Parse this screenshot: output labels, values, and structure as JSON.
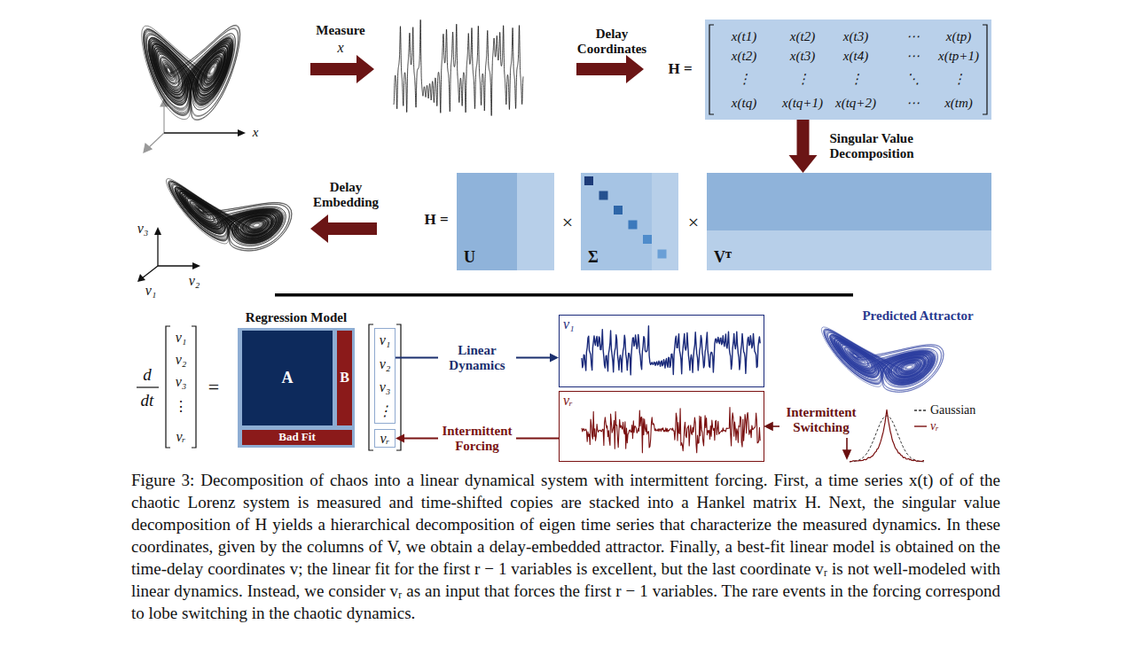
{
  "diagram": {
    "caption": "Figure 3: Decomposition of chaos into a linear dynamical system with intermittent forcing. First, a time series x(t) of of the chaotic Lorenz system is measured and time-shifted copies are stacked into a Hankel matrix H. Next, the singular value decomposition of H yields a hierarchical decomposition of eigen time series that characterize the measured dynamics. In these coordinates, given by the columns of V, we obtain a delay-embedded attractor. Finally, a best-fit linear model is obtained on the time-delay coordinates v; the linear fit for the first r − 1 variables is excellent, but the last coordinate vᵣ is not well-modeled with linear dynamics. Instead, we consider vᵣ as an input that forces the first r − 1 variables. The rare events in the forcing correspond to lobe switching in the chaotic dynamics.",
    "nodes": [
      {
        "text": [
          "x(t1)",
          "x(t2)",
          "x(t3)",
          "⋯",
          "x(tp)",
          "x(t2)",
          "x(t3)",
          "x(t4)",
          "⋯",
          "x(tp+1)",
          "⋮",
          "⋮",
          "⋮",
          "⋱",
          "⋮",
          "x(tq)",
          "x(tq+1)",
          "x(tq+2)",
          "⋯",
          "x(tm)"
        ]
      },
      {
        "text": [
          "U"
        ]
      },
      {
        "text": [
          "Σ"
        ]
      },
      {
        "text": [
          "Vᵀ"
        ]
      },
      {
        "text": [
          "Regression Model"
        ]
      },
      {
        "text": [
          "A"
        ],
        "in": 4
      },
      {
        "text": [
          "B"
        ],
        "in": 4
      },
      {
        "text": [
          "Bad Fit"
        ],
        "in": 4
      },
      {
        "text": [
          "v₁",
          "v₂",
          "v₃",
          "⋮"
        ]
      },
      {
        "text": [
          "vᵣ"
        ]
      },
      {
        "text": [
          "v₁"
        ]
      },
      {
        "text": [
          "vᵣ"
        ]
      }
    ],
    "edges": [
      {
        "from": 0,
        "to": 3,
        "arrow": "to",
        "label": "Singular Value Decomposition"
      },
      {
        "from": 8,
        "to": 10,
        "arrow": "to",
        "label": "Linear Dynamics"
      },
      {
        "from": 11,
        "to": 9,
        "arrow": "to",
        "label": "Intermittent Forcing"
      }
    ],
    "labels": [
      "Measure",
      "x",
      "x",
      "Delay Coordinates",
      "H =",
      "Delay Embedding",
      "H =",
      "×",
      "×",
      "v₃",
      "v₁",
      "v₂",
      "d",
      "dt",
      "v₁",
      "v₂",
      "v₃",
      "⋮",
      "vᵣ",
      "=",
      "Predicted Attractor",
      "Intermittent Switching"
    ],
    "legend": [
      {
        "text": "Gaussian"
      },
      {
        "text": "vᵣ"
      }
    ]
  }
}
